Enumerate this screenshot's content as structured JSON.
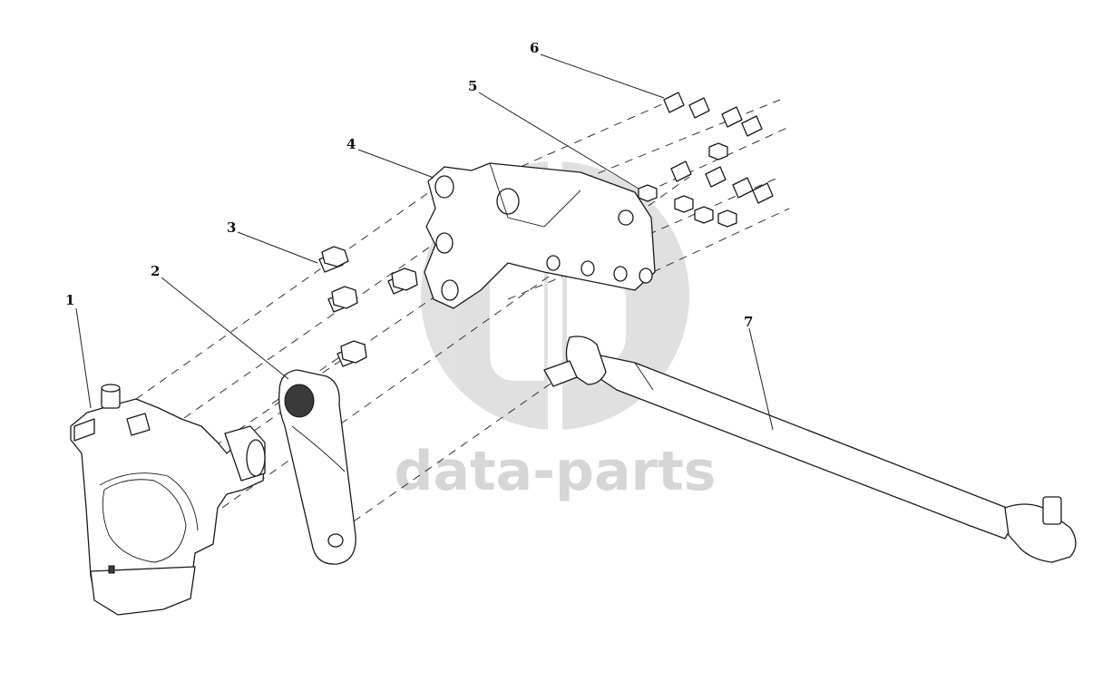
{
  "watermark": {
    "text": "data-parts",
    "color": "#cfcfcf"
  },
  "callouts": [
    {
      "id": "1",
      "label": "1"
    },
    {
      "id": "2",
      "label": "2"
    },
    {
      "id": "3",
      "label": "3"
    },
    {
      "id": "4",
      "label": "4"
    },
    {
      "id": "5",
      "label": "5"
    },
    {
      "id": "6",
      "label": "6"
    },
    {
      "id": "7",
      "label": "7"
    }
  ]
}
